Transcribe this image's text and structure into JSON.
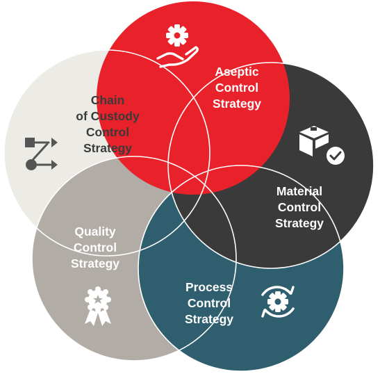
{
  "diagram": {
    "circles": [
      {
        "key": "aseptic",
        "label": "Aseptic\nControl\nStrategy",
        "color": "#e8212a",
        "text_color": "#ffffff",
        "icon": "gear-in-hand-icon"
      },
      {
        "key": "material",
        "label": "Material\nControl\nStrategy",
        "color": "#3a3a3a",
        "text_color": "#ffffff",
        "icon": "package-check-icon"
      },
      {
        "key": "process",
        "label": "Process\nControl\nStrategy",
        "color": "#2f5e6e",
        "text_color": "#ffffff",
        "icon": "gear-cycle-icon"
      },
      {
        "key": "quality",
        "label": "Quality\nControl\nStrategy",
        "color": "#b1aca6",
        "text_color": "#ffffff",
        "icon": "award-ribbon-icon"
      },
      {
        "key": "custody",
        "label": "Chain\nof Custody\nControl\nStrategy",
        "color": "#ecebe5",
        "text_color": "#3b3b3b",
        "icon": "workflow-arrows-icon"
      }
    ],
    "outline_color": "#ffffff",
    "icon_color_dark": "#555555",
    "icon_color_light": "#ffffff"
  }
}
